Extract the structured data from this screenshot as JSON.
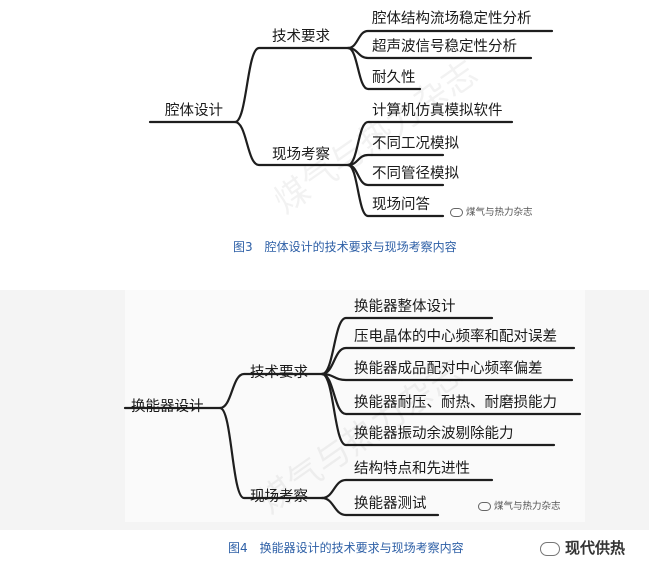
{
  "fig3": {
    "root": "腔体设计",
    "branch1": "技术要求",
    "branch1_items": [
      "腔体结构流场稳定性分析",
      "超声波信号稳定性分析",
      "耐久性"
    ],
    "branch2": "现场考察",
    "branch2_items": [
      "计算机仿真模拟软件",
      "不同工况模拟",
      "不同管径模拟",
      "现场问答"
    ],
    "watermark": "煤气与热力杂志",
    "caption": "图3　腔体设计的技术要求与现场考察内容"
  },
  "fig4": {
    "root": "换能器设计",
    "branch1": "技术要求",
    "branch1_items": [
      "换能器整体设计",
      "压电晶体的中心频率和配对误差",
      "换能器成品配对中心频率偏差",
      "换能器耐压、耐热、耐磨损能力",
      "换能器振动余波剔除能力"
    ],
    "branch2": "现场考察",
    "branch2_items": [
      "结构特点和先进性",
      "换能器测试"
    ],
    "watermark": "煤气与热力杂志",
    "caption": "图4　换能器设计的技术要求与现场考察内容"
  },
  "badge": "现代供热",
  "colors": {
    "caption": "#2d5fa6",
    "line": "#1e1e1e"
  }
}
